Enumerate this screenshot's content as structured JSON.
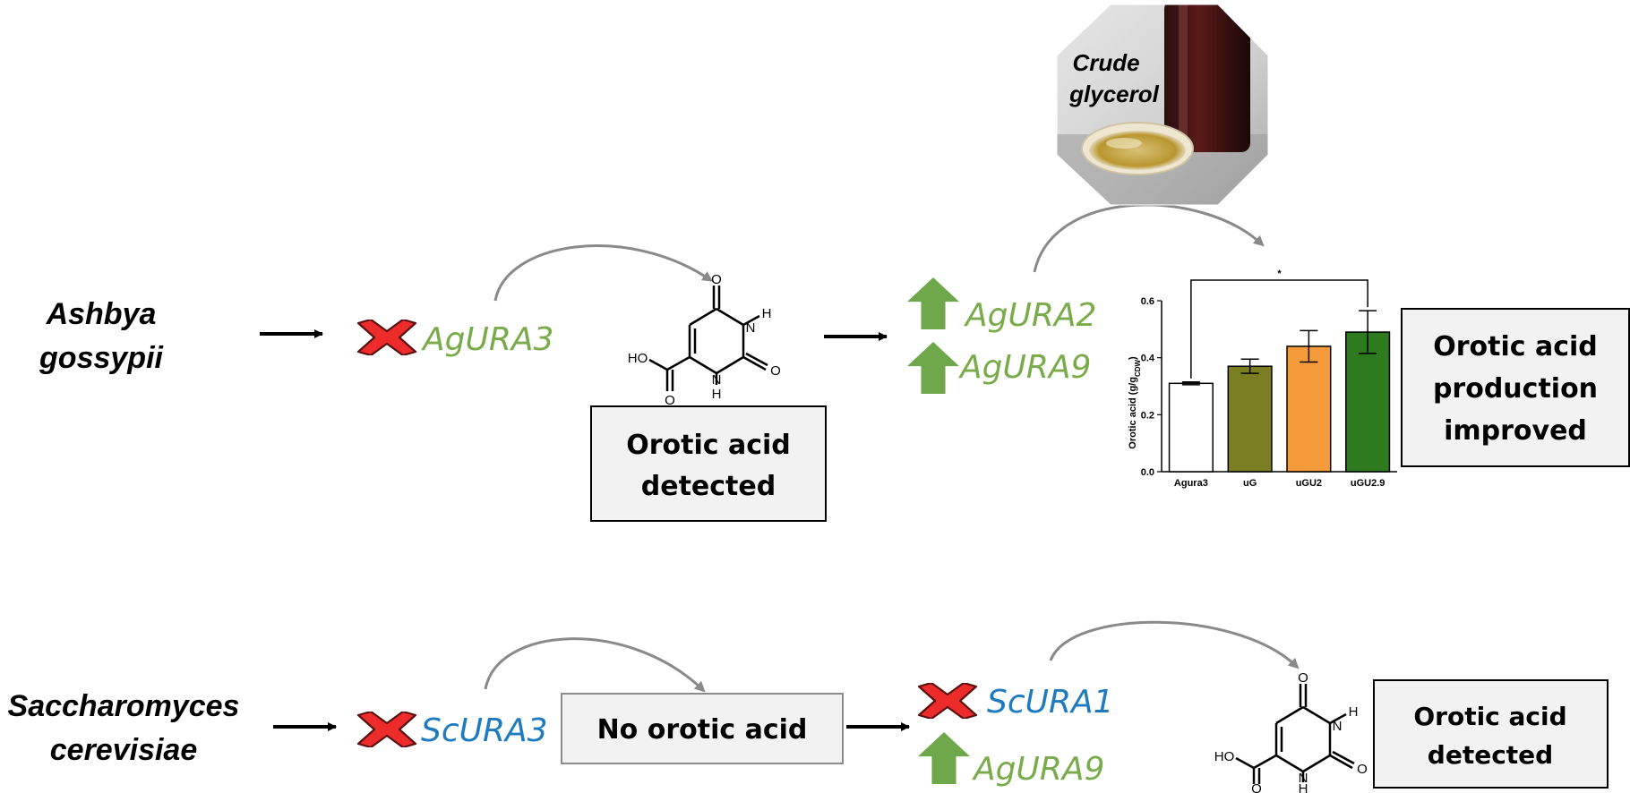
{
  "organisms": {
    "top_line1": "Ashbya",
    "top_line2": "gossypii",
    "bottom_line1": "Saccharomyces",
    "bottom_line2": "cerevisiae"
  },
  "genes": {
    "agura3": "AgURA3",
    "agura2": "AgURA2",
    "agura9_top": "AgURA9",
    "scura3": "ScURA3",
    "scura1": "ScURA1",
    "agura9_bottom": "AgURA9"
  },
  "boxes": {
    "detected_top_line1": "Orotic acid",
    "detected_top_line2": "detected",
    "improved_line1": "Orotic acid",
    "improved_line2": "production",
    "improved_line3": "improved",
    "no_orotic": "No orotic acid",
    "detected_bottom_line1": "Orotic acid",
    "detected_bottom_line2": "detected"
  },
  "photo": {
    "label_line1": "Crude",
    "label_line2": "glycerol"
  },
  "molecule": {
    "o": "O",
    "n": "N",
    "h": "H",
    "ho": "HO"
  },
  "colors": {
    "up_arrow": "#6fa84a",
    "deletion_x": "#ee2b2b",
    "gene_green": "#7aab4a",
    "gene_blue": "#1f7bbf"
  },
  "chart_data": {
    "type": "bar",
    "categories": [
      "Agura3",
      "uG",
      "uGU2",
      "uGU2.9"
    ],
    "values": [
      0.31,
      0.37,
      0.44,
      0.49
    ],
    "errors": [
      0.005,
      0.025,
      0.055,
      0.075
    ],
    "bar_colors": [
      "#ffffff",
      "#7b7d22",
      "#f59a3a",
      "#2e7a1f"
    ],
    "ylabel_main": "Orotic acid (g/g",
    "ylabel_sub": "CDW",
    "ylabel_end": ")",
    "ylim": [
      0,
      0.6
    ],
    "yticks": [
      "0.0",
      "0.2",
      "0.4",
      "0.6"
    ],
    "significance": "*"
  }
}
